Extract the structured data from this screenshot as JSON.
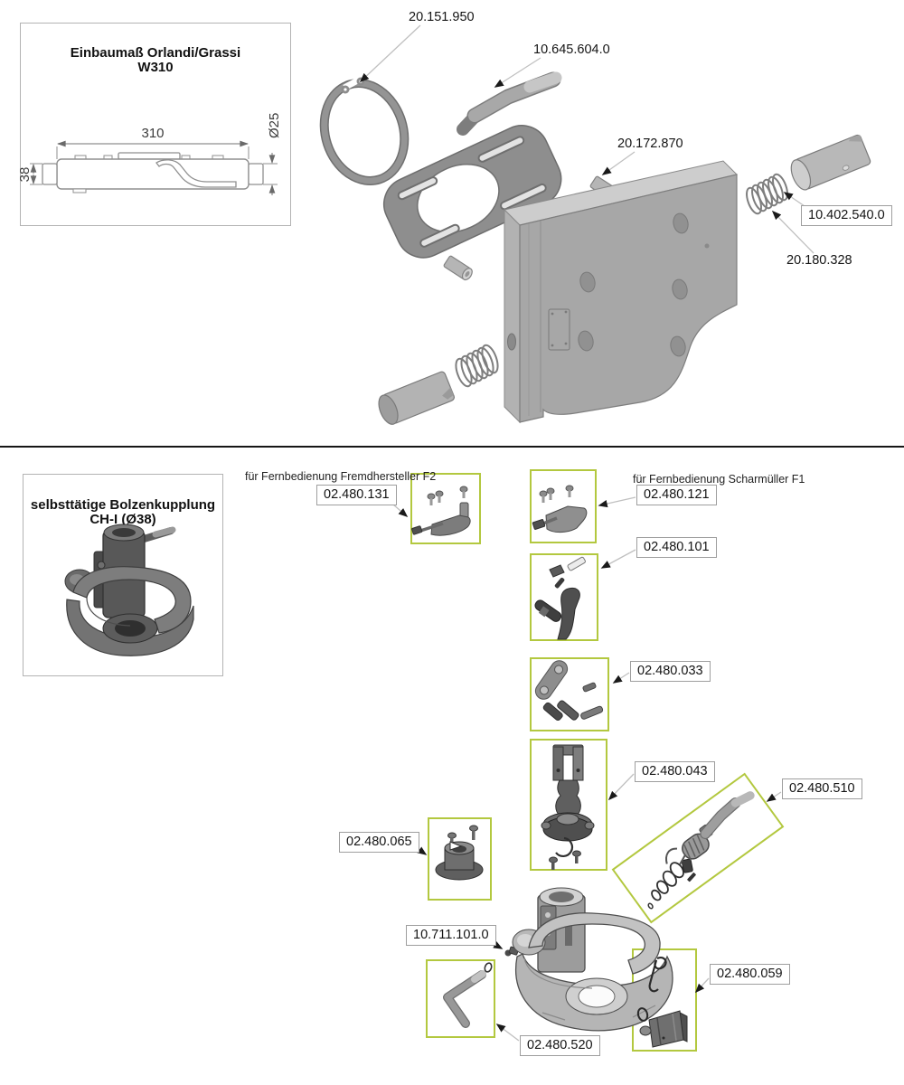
{
  "top": {
    "dimension_box": {
      "title_line1": "Einbaumaß Orlandi/Grassi",
      "title_line2": "W310",
      "dim_length": "310",
      "dim_height": "38",
      "dim_diameter": "Ø25"
    },
    "part_labels": {
      "retaining_ring": "20.151.950",
      "hand_lever": "10.645.604.0",
      "pin": "20.172.870",
      "bolt": "10.402.540.0",
      "spring": "20.180.328"
    }
  },
  "bottom": {
    "product_box": {
      "title_line1": "selbsttätige Bolzenkupplung",
      "title_line2": "CH-I (Ø38)"
    },
    "notes": {
      "remote_f2": "für Fernbedienung Fremdhersteller F2",
      "remote_f1": "für Fernbedienung Scharmüller F1"
    },
    "part_labels": {
      "remote_kit_f2": "02.480.131",
      "remote_kit_f1": "02.480.121",
      "hand_lever": "02.480.101",
      "linkage_set": "02.480.033",
      "coupling_bolt": "02.480.043",
      "handle_assembly": "02.480.510",
      "wear_bushing": "02.480.065",
      "grease_nipple": "10.711.101.0",
      "securing_clip_set": "02.480.059",
      "release_lever": "02.480.520"
    }
  },
  "colors": {
    "part_box_border": "#b3c83f",
    "label_border": "#9e9e9e",
    "leader": "#c0c0c0",
    "divider": "#161616"
  }
}
